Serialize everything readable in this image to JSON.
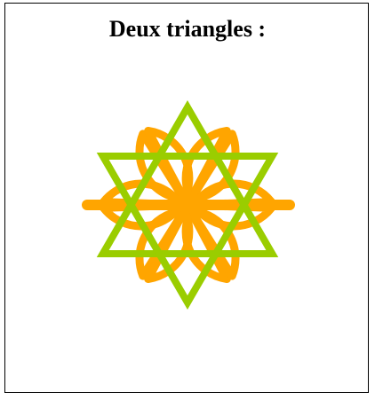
{
  "title": "Deux triangles :",
  "colors": {
    "petals": "#FFA500",
    "triangles": "#9ACD00",
    "frame": "#000000",
    "text": "#000000"
  },
  "figure": {
    "petal_count": 6,
    "triangle_count": 2
  }
}
